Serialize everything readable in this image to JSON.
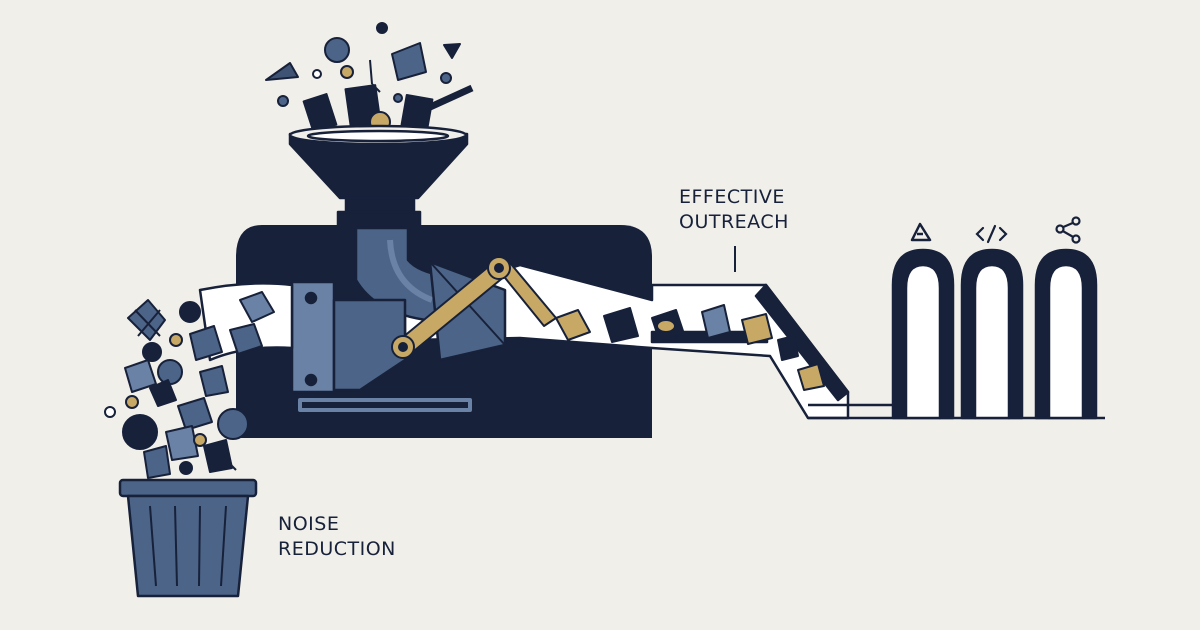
{
  "labels": {
    "outreach": [
      "EFFECTIVE",
      "OUTREACH"
    ],
    "noise": [
      "NOISE",
      "REDUCTION"
    ]
  },
  "colors": {
    "background": "#f1efea",
    "navy": "#17213a",
    "slate_blue": "#4c6488",
    "steel_blue": "#6a82a6",
    "gold": "#c8a865",
    "white": "#ffffff"
  },
  "icons": [
    "warning-triangle-icon",
    "code-brackets-icon",
    "share-nodes-icon"
  ]
}
